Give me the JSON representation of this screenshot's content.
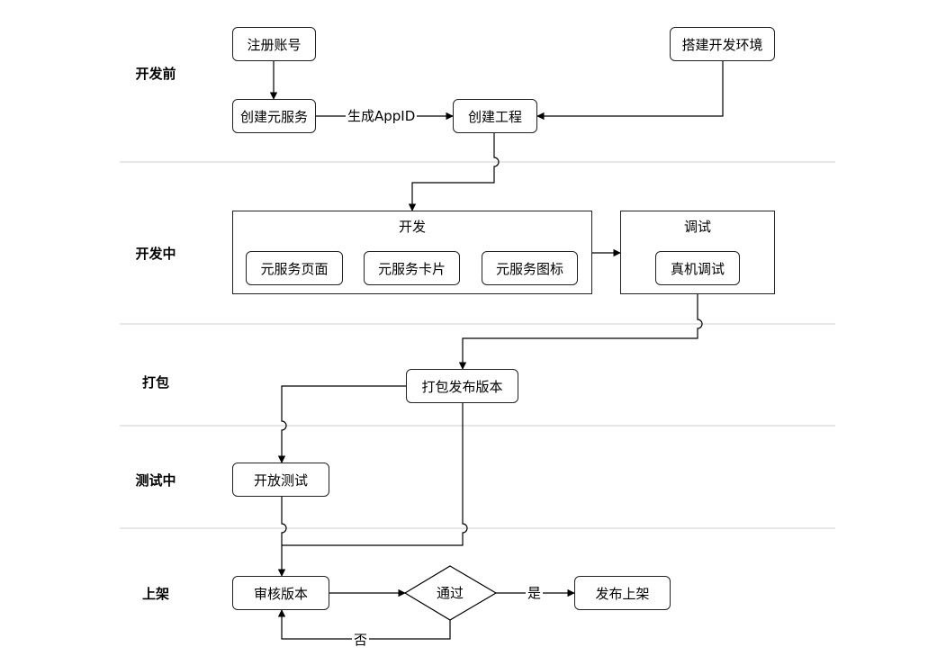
{
  "lanes": {
    "pre": "开发前",
    "dev": "开发中",
    "pack": "打包",
    "test": "测试中",
    "release": "上架"
  },
  "nodes": {
    "register": "注册账号",
    "env": "搭建开发环境",
    "create_service": "创建元服务",
    "create_project": "创建工程",
    "page": "元服务页面",
    "card": "元服务卡片",
    "icon": "元服务图标",
    "device_debug": "真机调试",
    "package": "打包发布版本",
    "open_test": "开放测试",
    "review": "审核版本",
    "pass": "通过",
    "publish": "发布上架"
  },
  "groups": {
    "dev": "开发",
    "debug": "调试"
  },
  "edges": {
    "gen_appid": "生成AppID",
    "yes": "是",
    "no": "否"
  }
}
